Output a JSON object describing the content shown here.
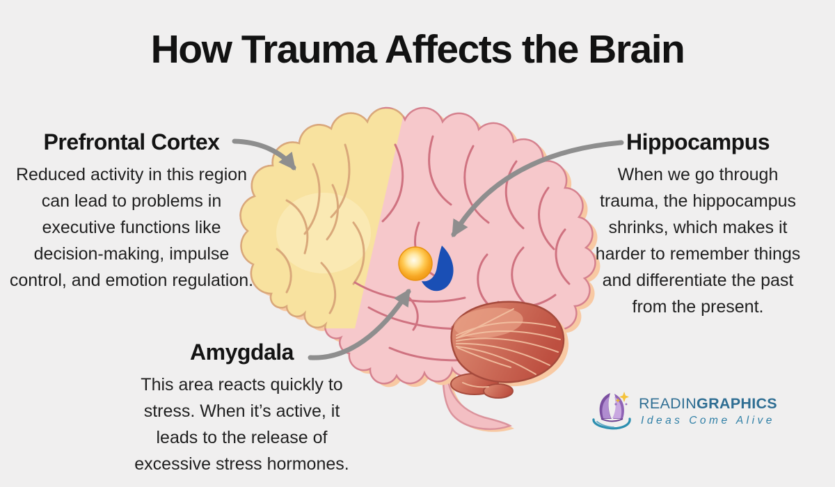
{
  "title": "How Trauma Affects the Brain",
  "sections": {
    "prefrontal": {
      "heading": "Prefrontal Cortex",
      "body": "Reduced activity in this region can lead to problems in executive functions like decision-making, impulse control, and emotion regulation."
    },
    "hippocampus": {
      "heading": "Hippocampus",
      "body": "When we go through trauma, the hippocampus shrinks, which makes it harder to remember things and differentiate the past from the present."
    },
    "amygdala": {
      "heading": "Amygdala",
      "body": "This area reacts quickly to stress. When it’s active, it leads to the release of excessive stress hormones."
    }
  },
  "colors": {
    "background": "#f0efef",
    "heading_text": "#141414",
    "body_text": "#1f1f1f",
    "arrow": "#8e8e8e",
    "cortex_pink": "#f6c8cb",
    "cortex_outline": "#d5818e",
    "sulci_pink": "#cf7280",
    "frontal_yellow": "#f8e29f",
    "frontal_outline": "#d9a87a",
    "peach_halo": "#f8c9a3",
    "cerebellum_light": "#de8e75",
    "cerebellum_dark": "#bd4f40",
    "cerebellum_outline": "#a54a3c",
    "brain_stem": "#f3bfc3",
    "amygdala_marker": "#f6a21d",
    "hippocampus_marker": "#1a4fb5",
    "logo_blue": "#2f6e93",
    "logo_teal": "#2f7fa6",
    "logo_purple": "#7b4fa0",
    "logo_star_yellow": "#f5c33b"
  },
  "logo": {
    "name_regular": "READIN",
    "name_bold": "GRAPHICS",
    "tagline": "Ideas Come Alive"
  }
}
